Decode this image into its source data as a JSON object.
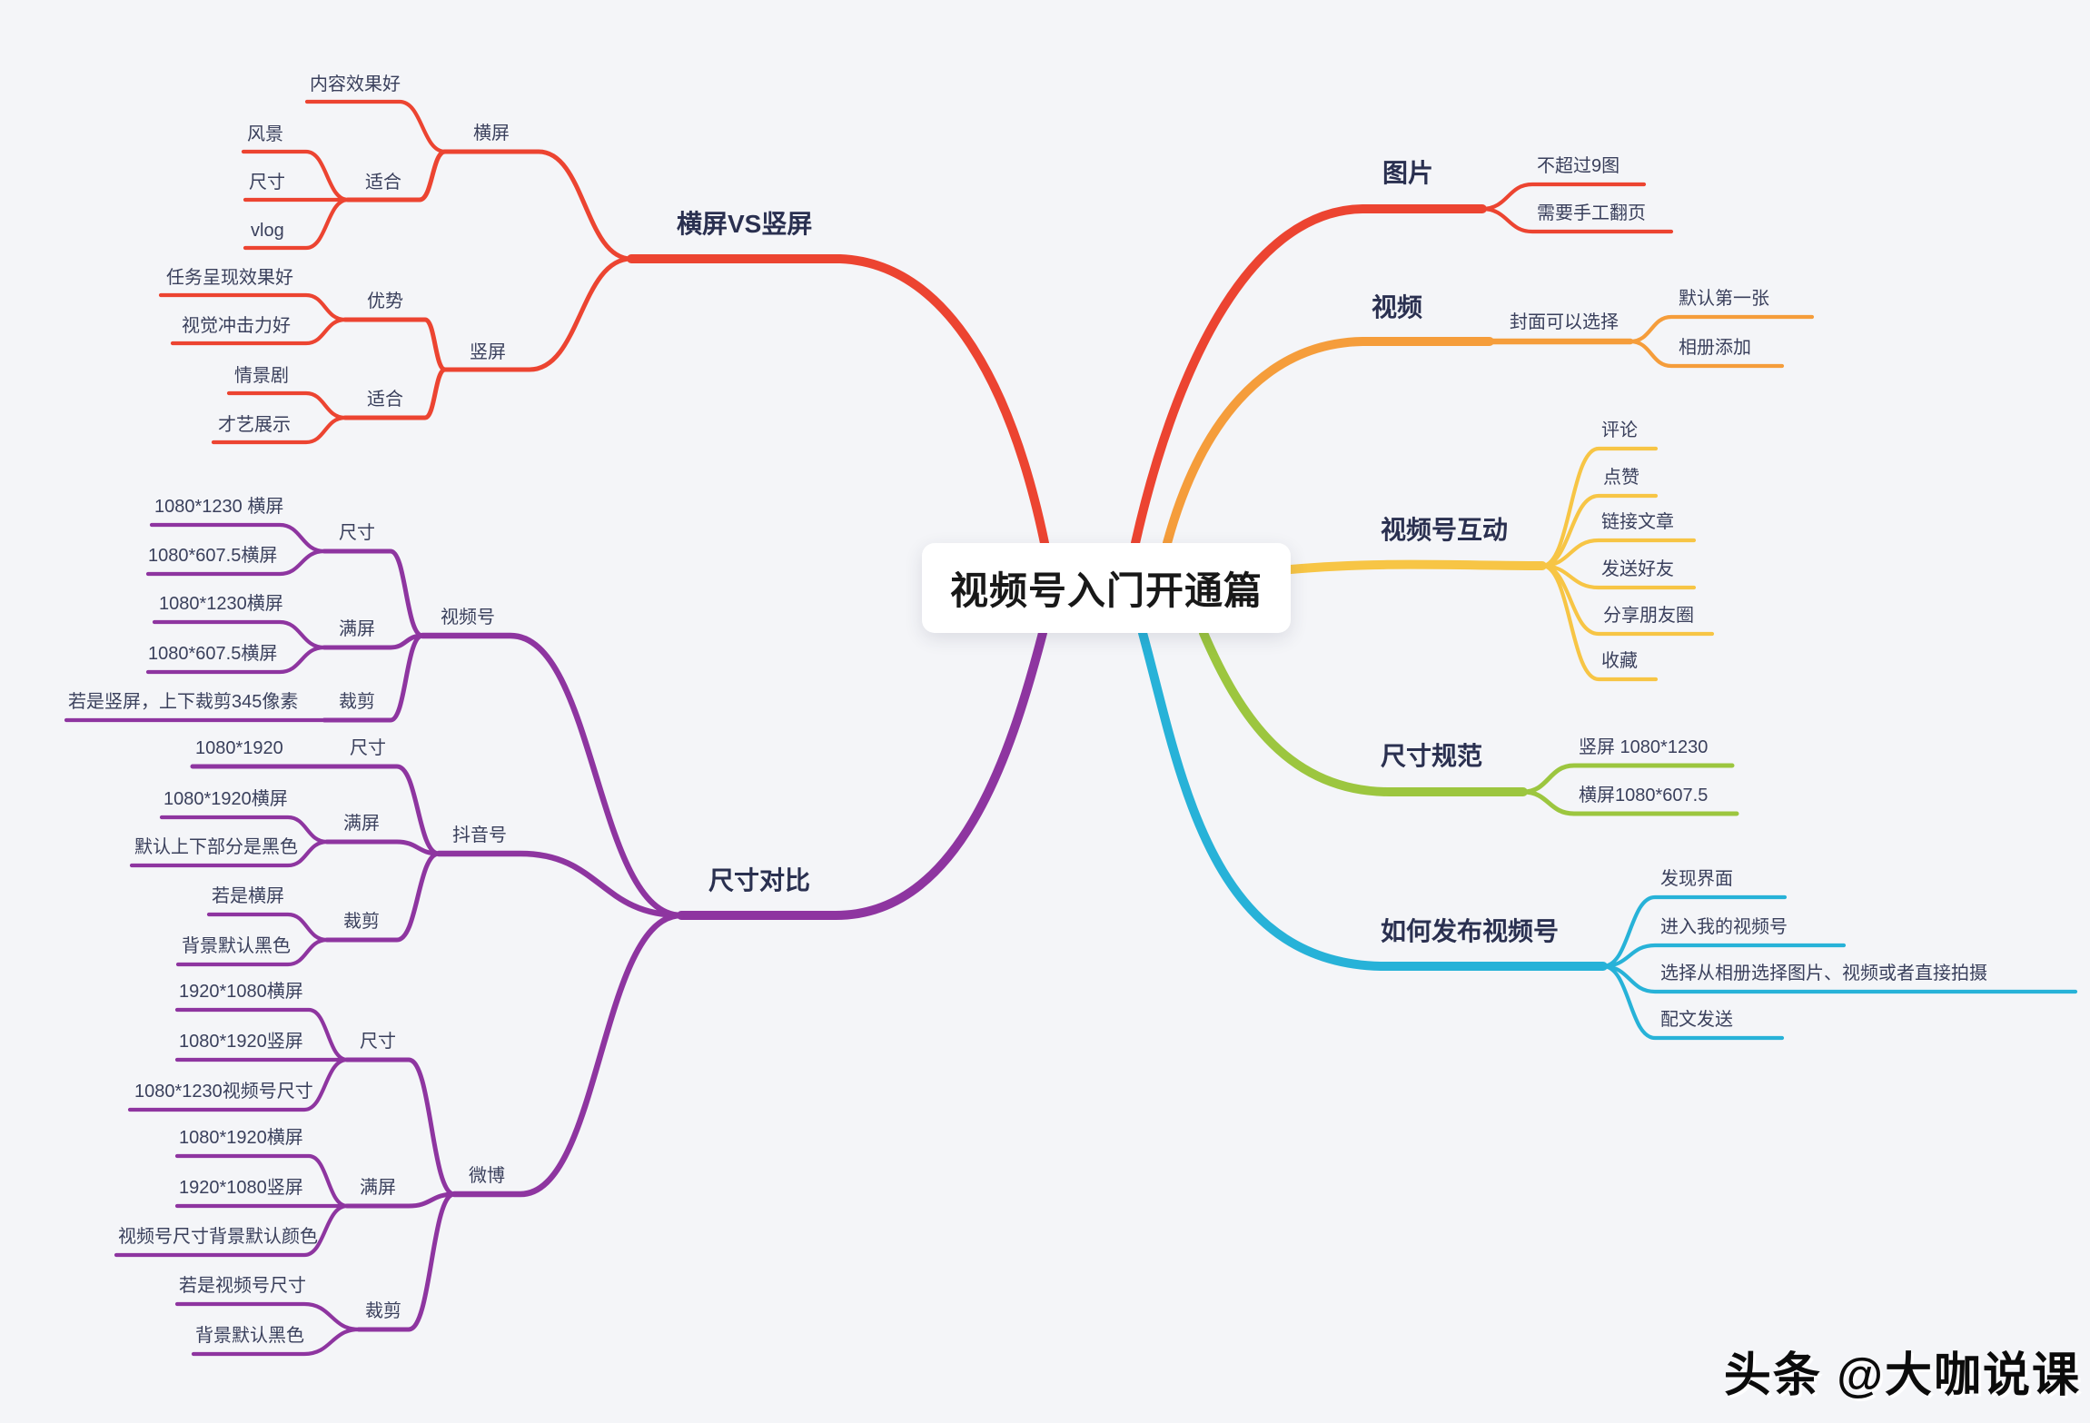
{
  "mindmap": {
    "center": "视频号入门开通篇",
    "branches": [
      {
        "label": "横屏VS竖屏",
        "color": "#ec4431",
        "children": [
          {
            "label": "横屏",
            "children": [
              {
                "label": "内容效果好"
              },
              {
                "label": "适合",
                "children": [
                  {
                    "label": "风景"
                  },
                  {
                    "label": "尺寸"
                  },
                  {
                    "label": "vlog"
                  }
                ]
              }
            ]
          },
          {
            "label": "竖屏",
            "children": [
              {
                "label": "优势",
                "children": [
                  {
                    "label": "任务呈现效果好"
                  },
                  {
                    "label": "视觉冲击力好"
                  }
                ]
              },
              {
                "label": "适合",
                "children": [
                  {
                    "label": "情景剧"
                  },
                  {
                    "label": "才艺展示"
                  }
                ]
              }
            ]
          }
        ]
      },
      {
        "label": "尺寸对比",
        "color": "#8e35a0",
        "children": [
          {
            "label": "视频号",
            "children": [
              {
                "label": "尺寸",
                "children": [
                  {
                    "label": "1080*1230 横屏"
                  },
                  {
                    "label": "1080*607.5横屏"
                  }
                ]
              },
              {
                "label": "满屏",
                "children": [
                  {
                    "label": "1080*1230横屏"
                  },
                  {
                    "label": "1080*607.5横屏"
                  }
                ]
              },
              {
                "label": "裁剪",
                "children": [
                  {
                    "label": "若是竖屏，上下裁剪345像素"
                  }
                ]
              }
            ]
          },
          {
            "label": "抖音号",
            "children": [
              {
                "label": "尺寸",
                "children": [
                  {
                    "label": "1080*1920"
                  }
                ]
              },
              {
                "label": "满屏",
                "children": [
                  {
                    "label": "1080*1920横屏"
                  },
                  {
                    "label": "默认上下部分是黑色"
                  }
                ]
              },
              {
                "label": "裁剪",
                "children": [
                  {
                    "label": "若是横屏"
                  },
                  {
                    "label": "背景默认黑色"
                  }
                ]
              }
            ]
          },
          {
            "label": "微博",
            "children": [
              {
                "label": "尺寸",
                "children": [
                  {
                    "label": "1920*1080横屏"
                  },
                  {
                    "label": "1080*1920竖屏"
                  },
                  {
                    "label": "1080*1230视频号尺寸"
                  }
                ]
              },
              {
                "label": "满屏",
                "children": [
                  {
                    "label": "1080*1920横屏"
                  },
                  {
                    "label": "1920*1080竖屏"
                  },
                  {
                    "label": "视频号尺寸背景默认颜色"
                  }
                ]
              },
              {
                "label": "裁剪",
                "children": [
                  {
                    "label": "若是视频号尺寸"
                  },
                  {
                    "label": "背景默认黑色"
                  }
                ]
              }
            ]
          }
        ]
      },
      {
        "label": "图片",
        "color": "#ec4431",
        "children": [
          {
            "label": "不超过9图"
          },
          {
            "label": "需要手工翻页"
          }
        ]
      },
      {
        "label": "视频",
        "color": "#f59d3b",
        "children": [
          {
            "label": "封面可以选择",
            "children": [
              {
                "label": "默认第一张"
              },
              {
                "label": "相册添加"
              }
            ]
          }
        ]
      },
      {
        "label": "视频号互动",
        "color": "#f7c545",
        "children": [
          {
            "label": "评论"
          },
          {
            "label": "点赞"
          },
          {
            "label": "链接文章"
          },
          {
            "label": "发送好友"
          },
          {
            "label": "分享朋友圈"
          },
          {
            "label": "收藏"
          }
        ]
      },
      {
        "label": "尺寸规范",
        "color": "#9cc63f",
        "children": [
          {
            "label": "竖屏 1080*1230"
          },
          {
            "label": "横屏1080*607.5"
          }
        ]
      },
      {
        "label": "如何发布视频号",
        "color": "#27b2d8",
        "children": [
          {
            "label": "发现界面"
          },
          {
            "label": "进入我的视频号"
          },
          {
            "label": "选择从相册选择图片、视频或者直接拍摄"
          },
          {
            "label": "配文发送"
          }
        ]
      }
    ]
  },
  "watermark": "头条 @大咖说课"
}
